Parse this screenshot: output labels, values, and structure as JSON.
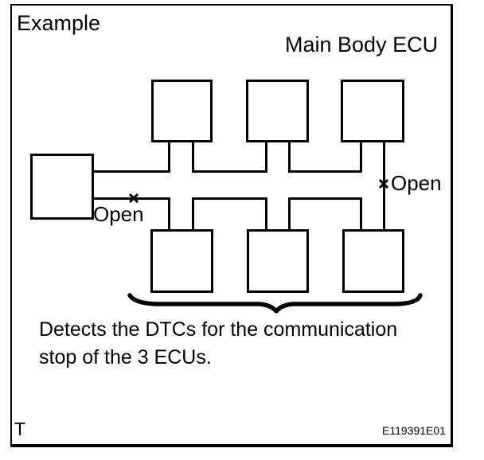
{
  "figure": {
    "example_label": "Example",
    "main_ecu_label": "Main Body ECU",
    "open_left": {
      "label": "Open"
    },
    "open_right": {
      "label": "Open"
    },
    "caption_line1": "Detects the DTCs for the communication",
    "caption_line2": "stop of the 3 ECUs.",
    "page_marker": "T",
    "figure_code": "E119391E01",
    "colors": {
      "line": "#000000",
      "background": "#ffffff"
    }
  }
}
